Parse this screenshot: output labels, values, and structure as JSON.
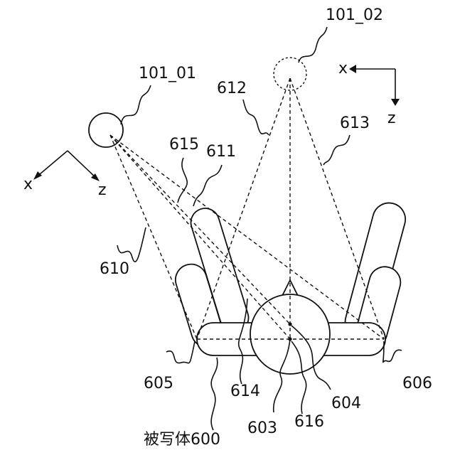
{
  "diagram": {
    "labels": {
      "cam_1": "101_01",
      "cam_2": "101_02",
      "r610": "610",
      "r611": "611",
      "r612": "612",
      "r613": "613",
      "r615": "615",
      "r605": "605",
      "r606": "606",
      "r614": "614",
      "r603": "603",
      "r616": "616",
      "r604": "604",
      "subject": "被写体600"
    },
    "axes": {
      "left": {
        "x": "x",
        "z": "z"
      },
      "right": {
        "x": "x",
        "z": "z"
      }
    }
  }
}
